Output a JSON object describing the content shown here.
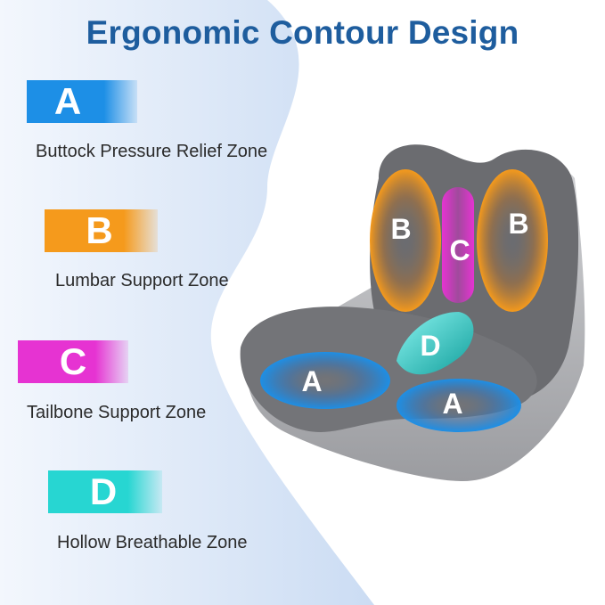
{
  "title": "Ergonomic Contour Design",
  "colors": {
    "title": "#1e5d9e",
    "zone_a": "#1d8fe6",
    "zone_b": "#f59a1c",
    "zone_c": "#e633d2",
    "zone_d": "#27d6d2",
    "cushion": "#6b6c70"
  },
  "zones": [
    {
      "letter": "A",
      "label": "Buttock Pressure Relief Zone"
    },
    {
      "letter": "B",
      "label": "Lumbar Support Zone"
    },
    {
      "letter": "C",
      "label": "Tailbone Support Zone"
    },
    {
      "letter": "D",
      "label": "Hollow Breathable Zone"
    }
  ],
  "cushion_markers": {
    "b_left": "B",
    "b_right": "B",
    "c": "C",
    "d": "D",
    "a_left": "A",
    "a_right": "A"
  }
}
